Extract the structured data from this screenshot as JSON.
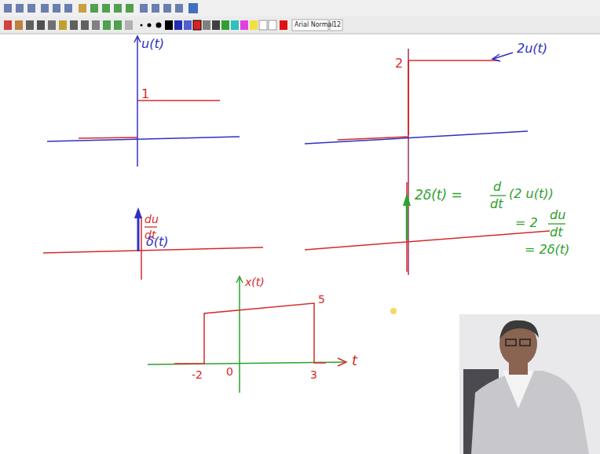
{
  "diagram": {
    "labels": [
      "Arial Normal",
      "12",
      "u(t)",
      "1",
      "2",
      "2u(t)",
      "du",
      "dt",
      "δ(t)",
      "2δ(t) =",
      "d",
      "dt",
      "(2 u(t))",
      "= 2",
      "du",
      "dt",
      "= 2δ(t)",
      "x(t)",
      "5",
      "-2",
      "0",
      "3",
      "t"
    ]
  }
}
